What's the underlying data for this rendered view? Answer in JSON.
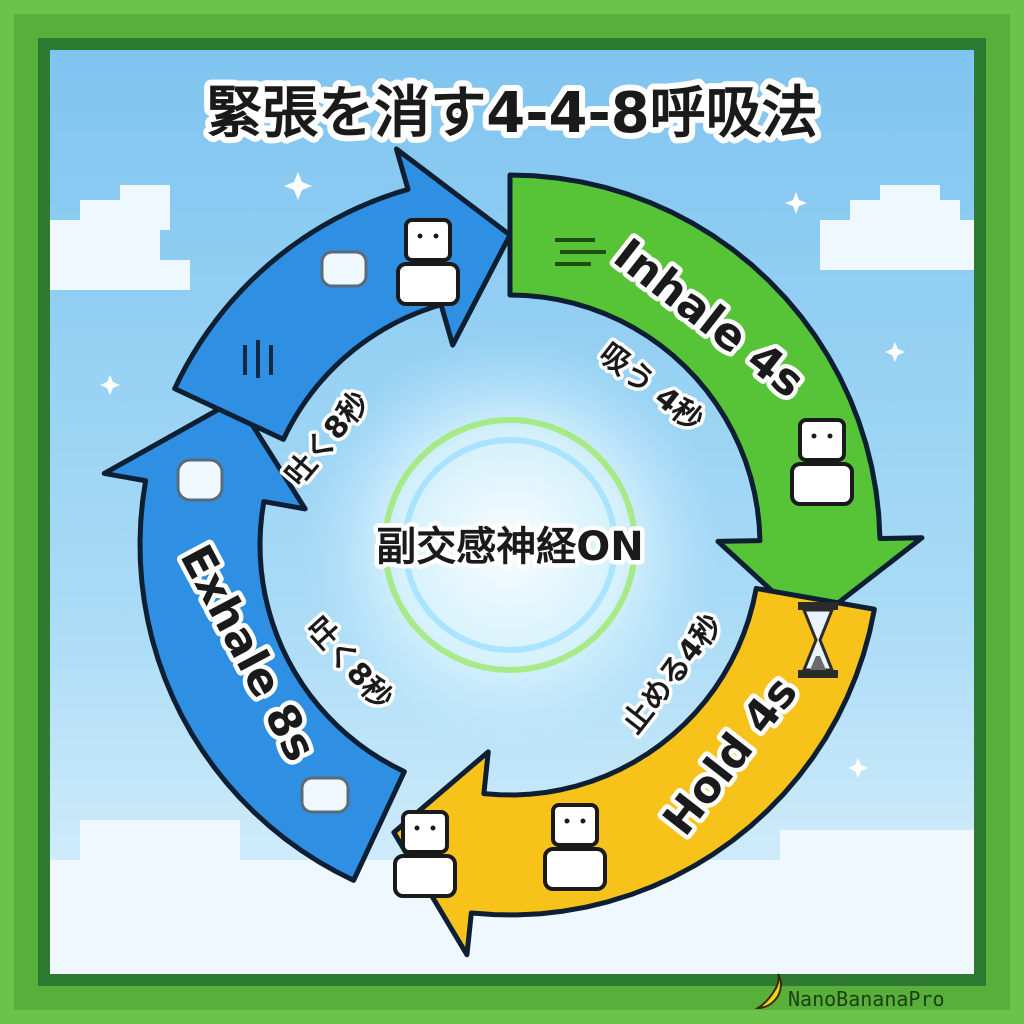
{
  "title": "緊張を消す4-4-8呼吸法",
  "center": "副交感神経ON",
  "phases": [
    {
      "id": "inhale",
      "label_en": "Inhale 4s",
      "label_jp": "吸う 4秒",
      "color": "#56c436"
    },
    {
      "id": "hold",
      "label_en": "Hold 4s",
      "label_jp": "止める4秒",
      "color": "#f7c21a"
    },
    {
      "id": "exhale",
      "label_en": "Exhale 8s",
      "label_jp": "吐く8秒",
      "color": "#2f8fe3"
    }
  ],
  "exhale_upper_label": "吐く8秒",
  "brand": "NanoBananaPro",
  "colors": {
    "frame_outer": "#6cc24a",
    "frame_inner": "#2f7a33",
    "sky_top": "#7fc4f0",
    "sky_bottom": "#dff2fc"
  },
  "icons": [
    "sparkle-icon",
    "cloud-icon",
    "person-icon",
    "wind-icon",
    "hourglass-icon",
    "banana-icon"
  ]
}
